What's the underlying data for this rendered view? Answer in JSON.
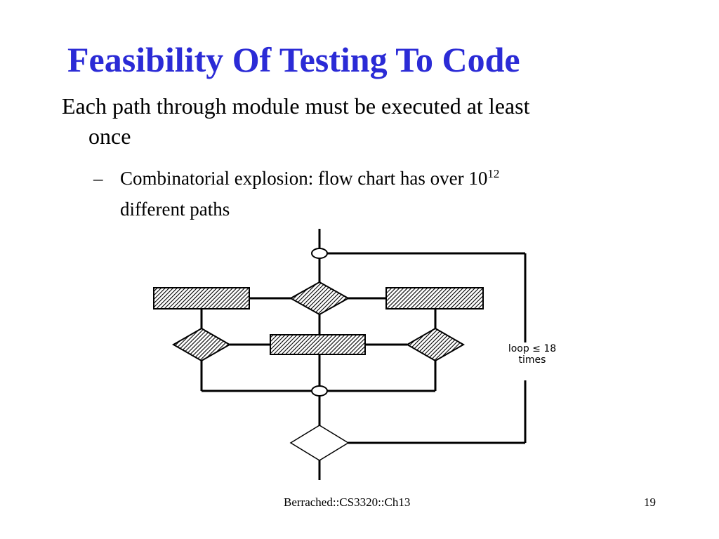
{
  "slide": {
    "title": "Feasibility Of Testing To Code",
    "bullet_main": {
      "line1": "Each path through module must be executed at least",
      "line2": "once"
    },
    "bullet_sub": {
      "dash": "–",
      "text_before_sup": "Combinatorial explosion: flow chart has over 10",
      "superscript": "12",
      "line2": "different paths"
    },
    "diagram": {
      "loop_label_line1": "loop ≤ 18",
      "loop_label_line2": "times",
      "shape_fill": "hatched",
      "stroke_color": "#000000"
    },
    "footer": "Berrached::CS3320::Ch13",
    "slide_number": "19",
    "title_color": "#2b2bd6"
  }
}
